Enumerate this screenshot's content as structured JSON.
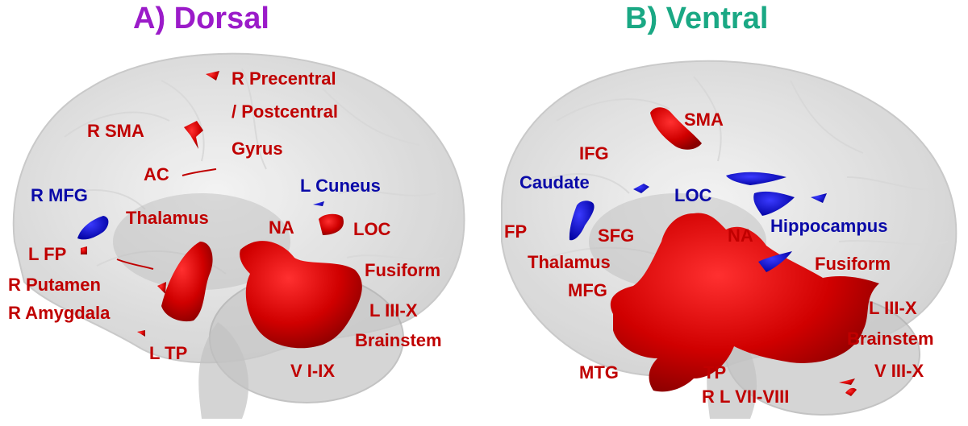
{
  "colors": {
    "title_a": "#9b1bc9",
    "title_b": "#1aa884",
    "activation_positive": "#c00000",
    "activation_negative": "#0a0aa8"
  },
  "panel_a": {
    "title": "A) Dorsal",
    "labels": {
      "r_precentral_1": "R Precentral",
      "r_precentral_2": "/ Postcentral",
      "r_precentral_3": "Gyrus",
      "r_sma": "R SMA",
      "ac": "AC",
      "r_mfg": "R MFG",
      "l_cuneus": "L Cuneus",
      "thalamus": "Thalamus",
      "na": "NA",
      "loc": "LOC",
      "l_fp": "L FP",
      "r_putamen": "R Putamen",
      "r_amygdala": "R Amygdala",
      "fusiform": "Fusiform",
      "l_iii_x": "L III-X",
      "brainstem": "Brainstem",
      "l_tp": "L TP",
      "v_i_ix": "V I-IX"
    }
  },
  "panel_b": {
    "title": "B) Ventral",
    "labels": {
      "sma": "SMA",
      "ifg": "IFG",
      "caudate": "Caudate",
      "loc": "LOC",
      "fp": "FP",
      "sfg": "SFG",
      "na": "NA",
      "hippocampus": "Hippocampus",
      "thalamus": "Thalamus",
      "fusiform": "Fusiform",
      "mfg": "MFG",
      "l_iii_x": "L III-X",
      "brainstem": "Brainstem",
      "mtg": "MTG",
      "tp": "TP",
      "v_iii_x": "V III-X",
      "r_l_vii_viii": "R L VII-VIII"
    }
  }
}
